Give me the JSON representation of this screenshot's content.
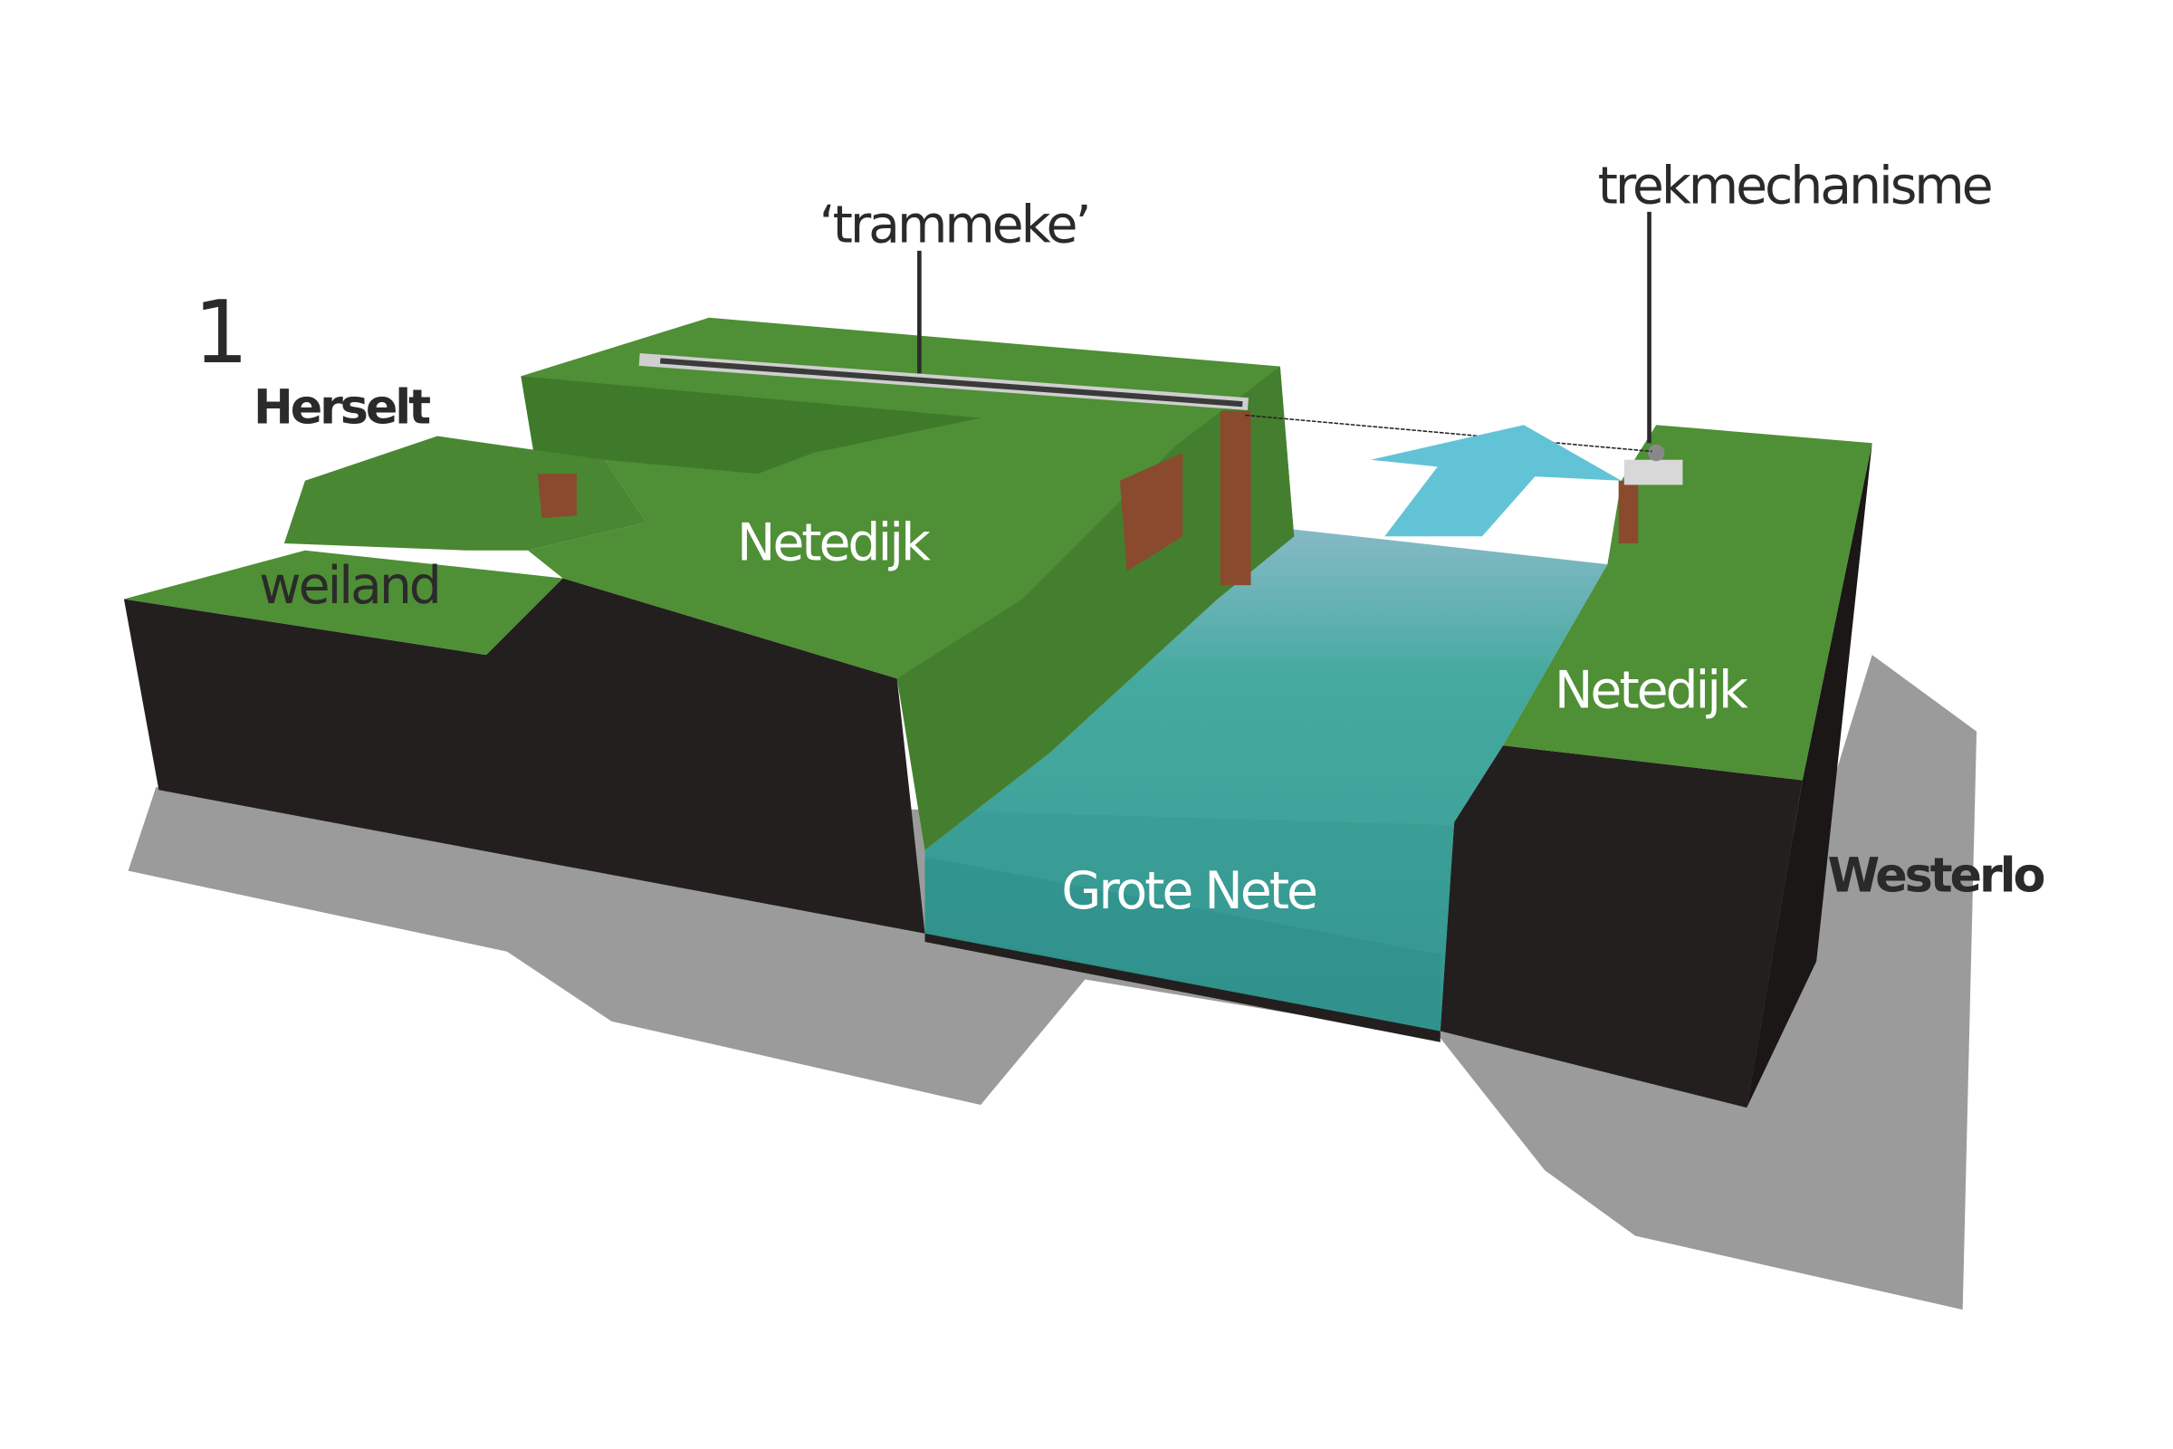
{
  "figure_number": "1",
  "labels": {
    "left_town": "Herselt",
    "right_town": "Westerlo",
    "meadow": "weiland",
    "left_dike": "Netedijk",
    "right_dike": "Netedijk",
    "river": "Grote Nete",
    "tram": "‘trammeke’",
    "pull_mechanism": "trekmechanisme"
  },
  "colors": {
    "grass": "#4f8f36",
    "grass_dark": "#3f7a2b",
    "soil": "#231f1e",
    "water": "#3aa59a",
    "shadow": "#9b9b9b",
    "arrow": "#63c3d6",
    "text_dark": "#2b2a2a"
  }
}
